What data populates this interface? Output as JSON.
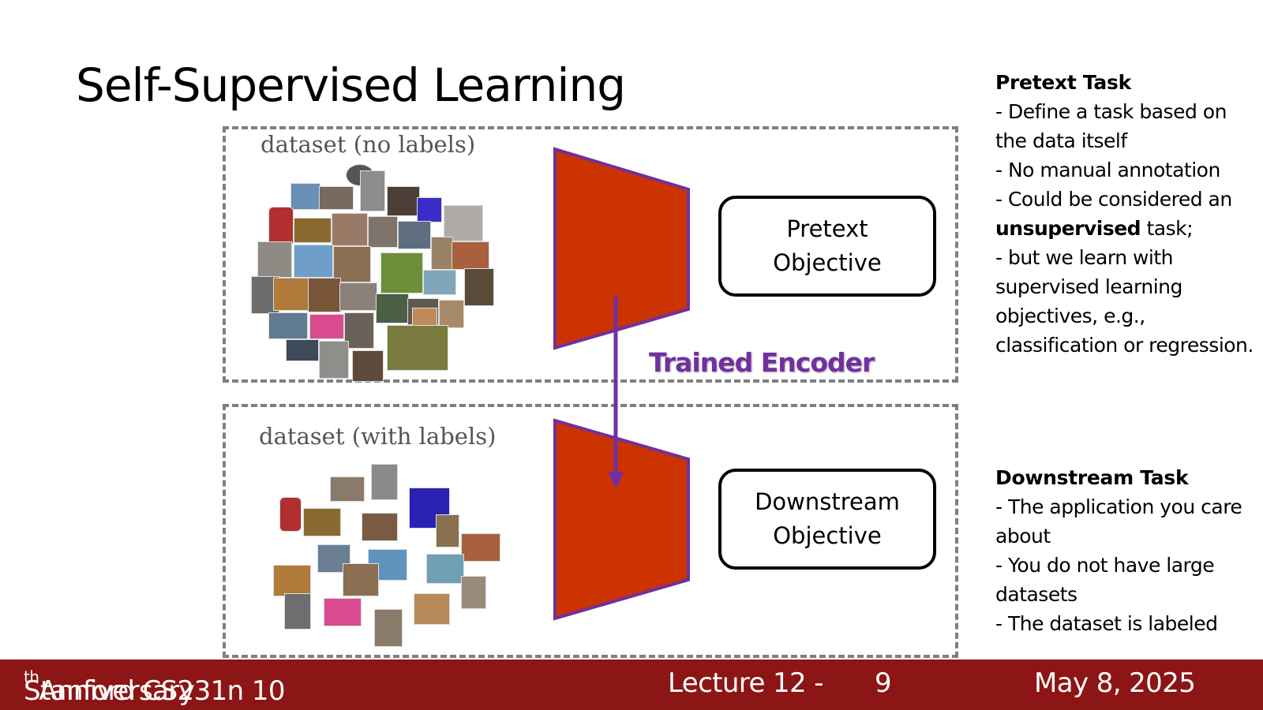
{
  "slide": {
    "title": "Self-Supervised Learning"
  },
  "diagram": {
    "top_panel": {
      "dataset_label": "dataset (no labels)",
      "objective_line1": "Pretext",
      "objective_line2": "Objective"
    },
    "bottom_panel": {
      "dataset_label": "dataset (with labels)",
      "objective_line1": "Downstream",
      "objective_line2": "Objective"
    },
    "encoder_label": "Trained Encoder",
    "colors": {
      "encoder_fill": "#cc3300",
      "encoder_stroke": "#7030a0",
      "arrow": "#7030a0",
      "dashed_border": "#7f7f7f"
    }
  },
  "notes": {
    "pretext": {
      "heading": "Pretext Task",
      "line1": "- Define a task based on the data itself",
      "line2": "- No manual annotation",
      "line3_pre": "- Could be considered an ",
      "line3_bold": "unsupervised",
      "line3_post": " task;",
      "line4": "- but we learn with supervised learning objectives, e.g., classification or regression."
    },
    "downstream": {
      "heading": "Downstream Task",
      "line1": "- The application you care about",
      "line2": "- You do not have large datasets",
      "line3": "- The dataset is labeled"
    }
  },
  "footer": {
    "course_pre": "Stanford CS231n 10",
    "course_sup": "th",
    "course_post": " Anniversary",
    "lecture": "Lecture 12 -",
    "page": "9",
    "date": "May 8, 2025",
    "background": "#8c1515"
  }
}
